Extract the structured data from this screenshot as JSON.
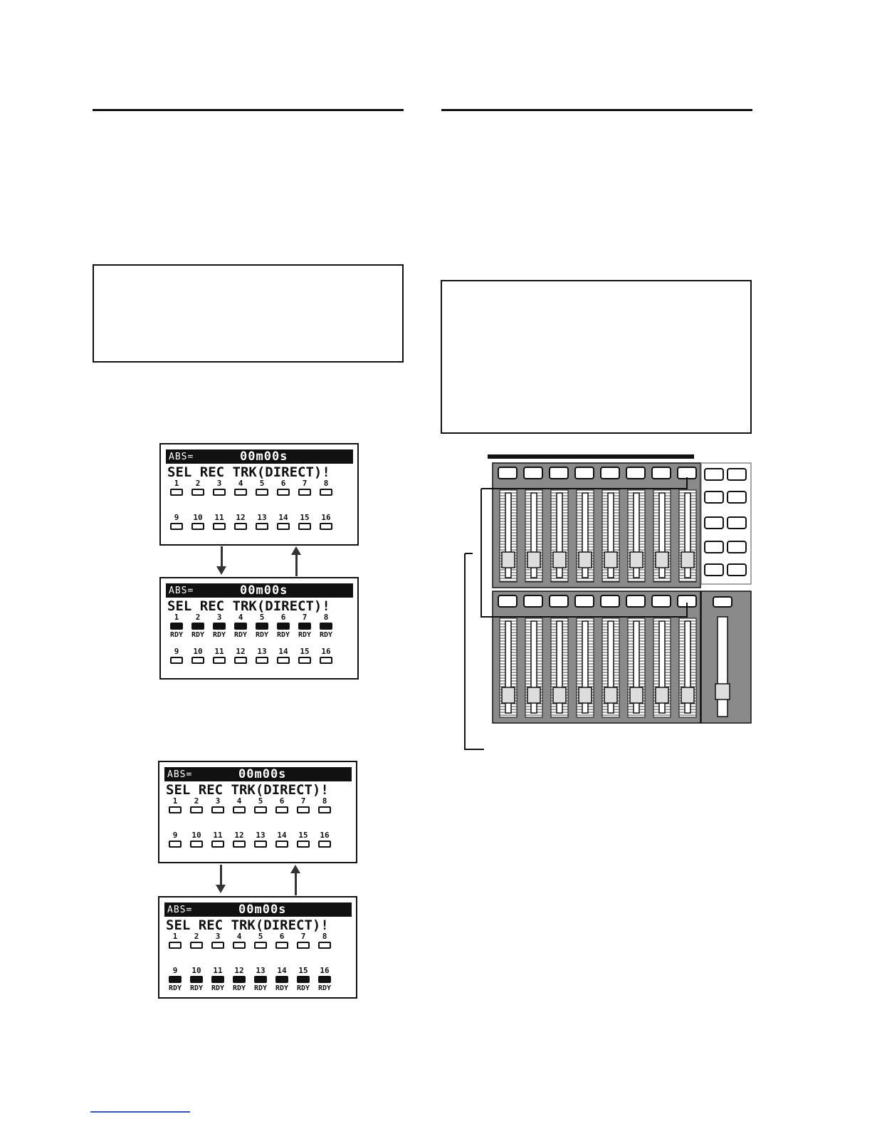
{
  "lcd_text": {
    "abs_label": "ABS=",
    "time": "00m00s",
    "title": "SEL REC TRK(DIRECT)!",
    "ready": "RDY",
    "tracks_top": [
      "1",
      "2",
      "3",
      "4",
      "5",
      "6",
      "7",
      "8"
    ],
    "tracks_bottom": [
      "9",
      "10",
      "11",
      "12",
      "13",
      "14",
      "15",
      "16"
    ]
  },
  "screens": [
    {
      "id": "fig1-before",
      "ready_rows": []
    },
    {
      "id": "fig1-after",
      "ready_rows": [
        "top"
      ]
    },
    {
      "id": "fig2-before",
      "ready_rows": []
    },
    {
      "id": "fig2-after",
      "ready_rows": [
        "bottom"
      ]
    }
  ],
  "icons": {
    "arrow_down": "arrow-down-icon",
    "arrow_up": "arrow-up-icon",
    "console": "mixer-panel-illustration"
  },
  "colors": {
    "ink": "#111111",
    "panel_gray": "#8a8a8a",
    "link_blue": "#3355cc"
  }
}
